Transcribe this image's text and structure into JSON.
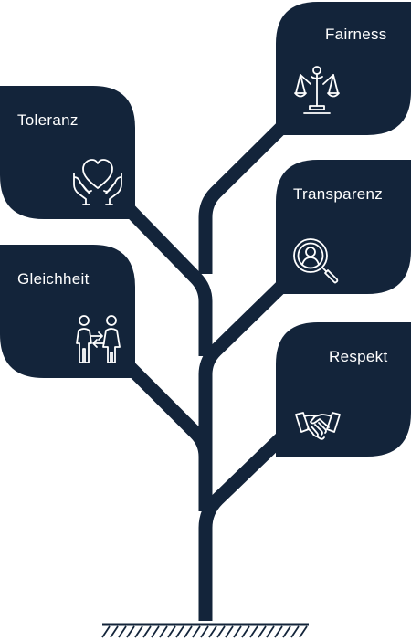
{
  "colors": {
    "leaf": "#13243a",
    "trunk": "#13243a",
    "icon": "#ffffff",
    "background": "#ffffff"
  },
  "leaves": [
    {
      "label": "Fairness",
      "icon": "scales-justice-icon"
    },
    {
      "label": "Toleranz",
      "icon": "heart-in-hands-icon"
    },
    {
      "label": "Transparenz",
      "icon": "magnifier-person-icon"
    },
    {
      "label": "Gleichheit",
      "icon": "two-people-exchange-icon"
    },
    {
      "label": "Respekt",
      "icon": "handshake-icon"
    }
  ]
}
